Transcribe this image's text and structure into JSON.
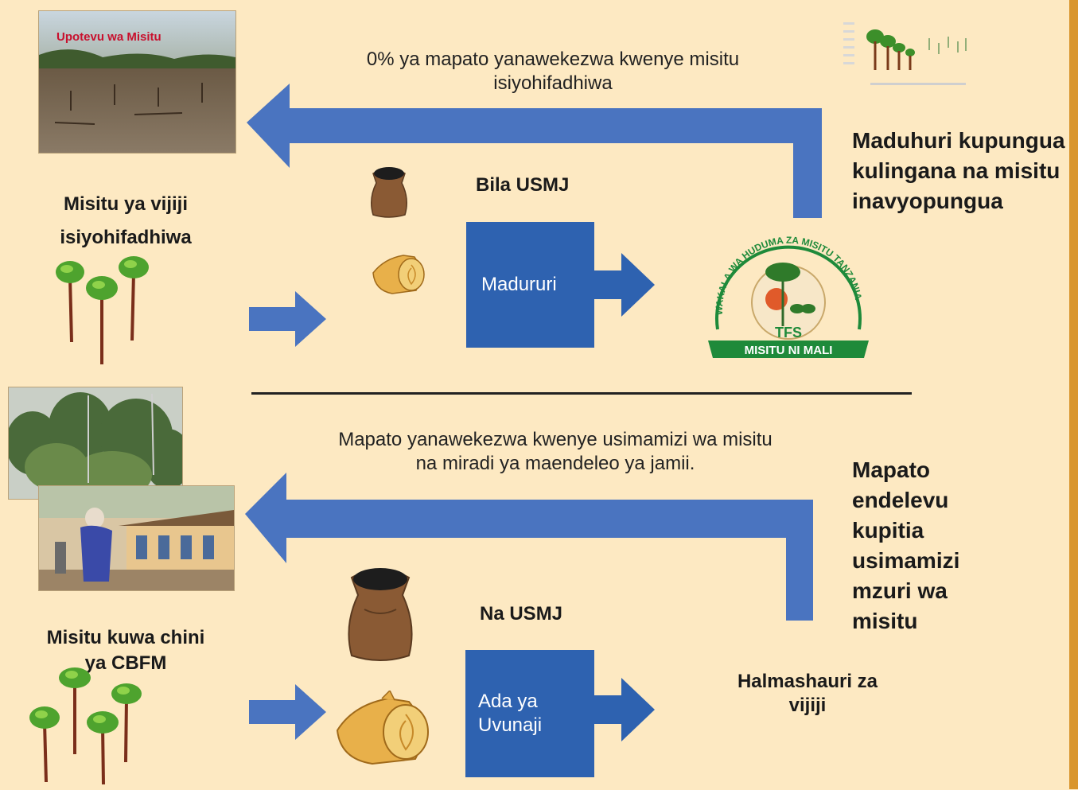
{
  "photos": {
    "deforestation_label": "Upotevu wa Misitu"
  },
  "top": {
    "caption": "0% ya mapato yanawekezwa kwenye misitu isiyohifadhiwa",
    "label_left": "Misitu ya vijiji isiyohifadhiwa",
    "title": "Bila USMJ",
    "box_label": "Madururi",
    "right_text": "Maduhuri kupungua kulingana na misitu inavyopungua",
    "logo_arc_text": "WAKALA WA HUDUMA ZA MISITU TANZANIA",
    "logo_abbrev": "TFS",
    "logo_banner": "MISITU NI MALI"
  },
  "bottom": {
    "caption": "Mapato yanawekezwa kwenye usimamizi wa misitu na miradi ya maendeleo ya jamii.",
    "label_left": "Misitu kuwa chini ya CBFM",
    "title": "Na USMJ",
    "box_label": "Ada ya Uvunaji",
    "right_text": "Mapato endelevu kupitia usimamizi mzuri wa misitu",
    "destination": "Halmashauri za vijiji"
  },
  "colors": {
    "background": "#fde9c2",
    "arrow_blue": "#4a74c0",
    "box_blue": "#2e62b0",
    "label_red": "#c8102e",
    "edge_orange": "#d9962e"
  },
  "icons": [
    "forest-trees-icon",
    "charcoal-sack-icon",
    "firewood-log-icon",
    "tfs-logo",
    "declining-trees-chart-icon"
  ]
}
